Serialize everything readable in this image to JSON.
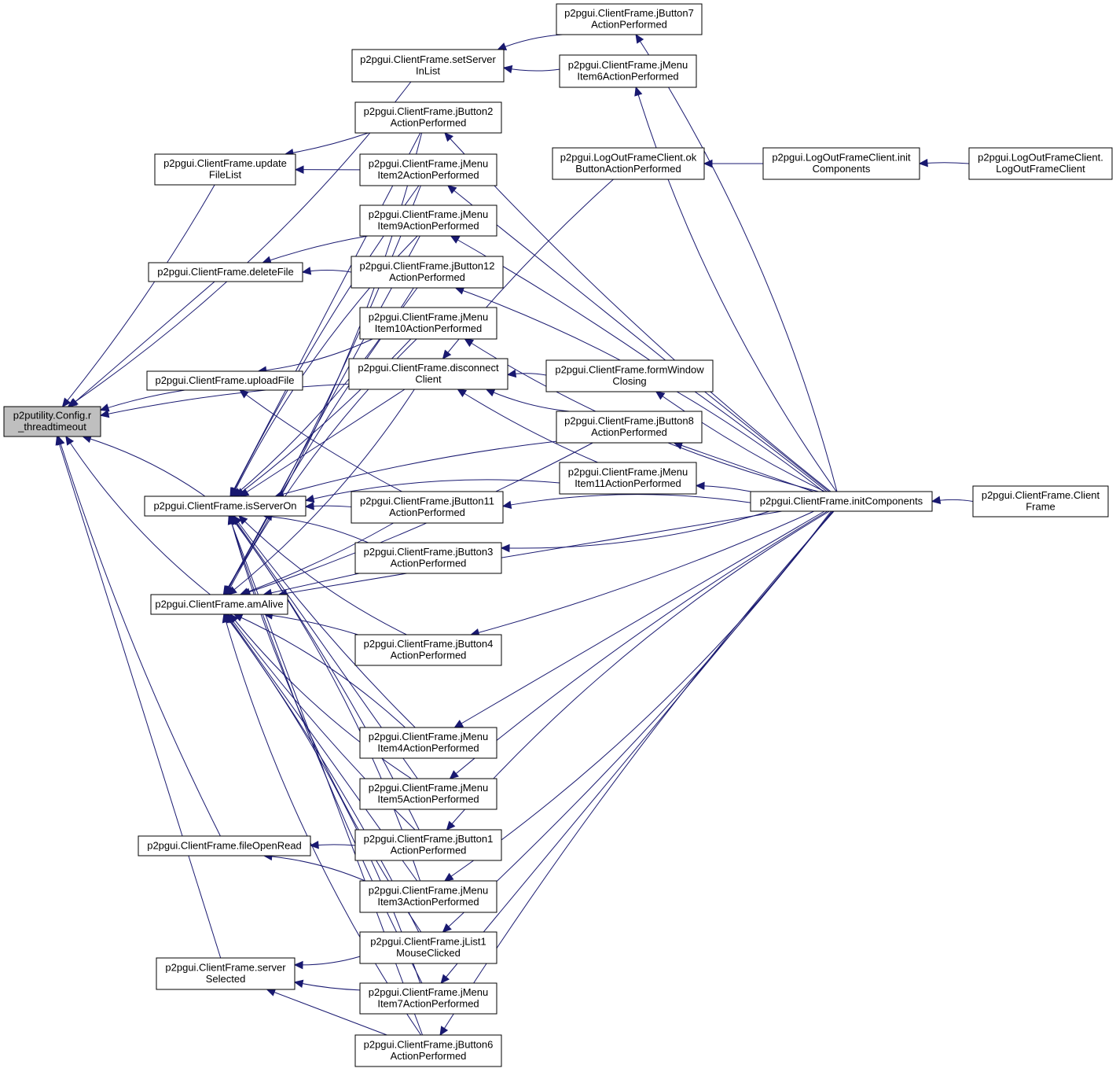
{
  "diagram": {
    "type": "call-graph",
    "edge_color": "#191970",
    "root_fill": "#bfbfbf",
    "node_fill": "#ffffff",
    "nodes": [
      {
        "id": "config",
        "lines": [
          "p2putility.Config.r",
          "_threadtimeout"
        ],
        "root": true
      },
      {
        "id": "setServerInList",
        "lines": [
          "p2pgui.ClientFrame.setServer",
          "InList"
        ]
      },
      {
        "id": "updateFileList",
        "lines": [
          "p2pgui.ClientFrame.update",
          "FileList"
        ]
      },
      {
        "id": "deleteFile",
        "lines": [
          "p2pgui.ClientFrame.deleteFile"
        ]
      },
      {
        "id": "uploadFile",
        "lines": [
          "p2pgui.ClientFrame.uploadFile"
        ]
      },
      {
        "id": "isServerOn",
        "lines": [
          "p2pgui.ClientFrame.isServerOn"
        ]
      },
      {
        "id": "amAlive",
        "lines": [
          "p2pgui.ClientFrame.amAlive"
        ]
      },
      {
        "id": "fileOpenRead",
        "lines": [
          "p2pgui.ClientFrame.fileOpenRead"
        ]
      },
      {
        "id": "serverSelected",
        "lines": [
          "p2pgui.ClientFrame.server",
          "Selected"
        ]
      },
      {
        "id": "jButton2",
        "lines": [
          "p2pgui.ClientFrame.jButton2",
          "ActionPerformed"
        ]
      },
      {
        "id": "jMenuItem2",
        "lines": [
          "p2pgui.ClientFrame.jMenu",
          "Item2ActionPerformed"
        ]
      },
      {
        "id": "jMenuItem9",
        "lines": [
          "p2pgui.ClientFrame.jMenu",
          "Item9ActionPerformed"
        ]
      },
      {
        "id": "jButton12",
        "lines": [
          "p2pgui.ClientFrame.jButton12",
          "ActionPerformed"
        ]
      },
      {
        "id": "jMenuItem10",
        "lines": [
          "p2pgui.ClientFrame.jMenu",
          "Item10ActionPerformed"
        ]
      },
      {
        "id": "disconnectClient",
        "lines": [
          "p2pgui.ClientFrame.disconnect",
          "Client"
        ]
      },
      {
        "id": "jButton11",
        "lines": [
          "p2pgui.ClientFrame.jButton11",
          "ActionPerformed"
        ]
      },
      {
        "id": "jButton3",
        "lines": [
          "p2pgui.ClientFrame.jButton3",
          "ActionPerformed"
        ]
      },
      {
        "id": "jButton4",
        "lines": [
          "p2pgui.ClientFrame.jButton4",
          "ActionPerformed"
        ]
      },
      {
        "id": "jMenuItem4",
        "lines": [
          "p2pgui.ClientFrame.jMenu",
          "Item4ActionPerformed"
        ]
      },
      {
        "id": "jMenuItem5",
        "lines": [
          "p2pgui.ClientFrame.jMenu",
          "Item5ActionPerformed"
        ]
      },
      {
        "id": "jButton1",
        "lines": [
          "p2pgui.ClientFrame.jButton1",
          "ActionPerformed"
        ]
      },
      {
        "id": "jMenuItem3",
        "lines": [
          "p2pgui.ClientFrame.jMenu",
          "Item3ActionPerformed"
        ]
      },
      {
        "id": "jList1",
        "lines": [
          "p2pgui.ClientFrame.jList1",
          "MouseClicked"
        ]
      },
      {
        "id": "jMenuItem7",
        "lines": [
          "p2pgui.ClientFrame.jMenu",
          "Item7ActionPerformed"
        ]
      },
      {
        "id": "jButton6",
        "lines": [
          "p2pgui.ClientFrame.jButton6",
          "ActionPerformed"
        ]
      },
      {
        "id": "jButton7",
        "lines": [
          "p2pgui.ClientFrame.jButton7",
          "ActionPerformed"
        ]
      },
      {
        "id": "jMenuItem6",
        "lines": [
          "p2pgui.ClientFrame.jMenu",
          "Item6ActionPerformed"
        ]
      },
      {
        "id": "okButton",
        "lines": [
          "p2pgui.LogOutFrameClient.ok",
          "ButtonActionPerformed"
        ]
      },
      {
        "id": "formWindowClosing",
        "lines": [
          "p2pgui.ClientFrame.formWindow",
          "Closing"
        ]
      },
      {
        "id": "jButton8",
        "lines": [
          "p2pgui.ClientFrame.jButton8",
          "ActionPerformed"
        ]
      },
      {
        "id": "jMenuItem11",
        "lines": [
          "p2pgui.ClientFrame.jMenu",
          "Item11ActionPerformed"
        ]
      },
      {
        "id": "logoutInit",
        "lines": [
          "p2pgui.LogOutFrameClient.init",
          "Components"
        ]
      },
      {
        "id": "logoutCtor",
        "lines": [
          "p2pgui.LogOutFrameClient.",
          "LogOutFrameClient"
        ]
      },
      {
        "id": "initComponents",
        "lines": [
          "p2pgui.ClientFrame.initComponents"
        ]
      },
      {
        "id": "clientFrameCtor",
        "lines": [
          "p2pgui.ClientFrame.Client",
          "Frame"
        ]
      }
    ],
    "edges": [
      {
        "from": "setServerInList",
        "to": "config"
      },
      {
        "from": "updateFileList",
        "to": "config"
      },
      {
        "from": "deleteFile",
        "to": "config"
      },
      {
        "from": "uploadFile",
        "to": "config"
      },
      {
        "from": "isServerOn",
        "to": "config"
      },
      {
        "from": "amAlive",
        "to": "config"
      },
      {
        "from": "fileOpenRead",
        "to": "config"
      },
      {
        "from": "serverSelected",
        "to": "config"
      },
      {
        "from": "disconnectClient",
        "to": "config"
      },
      {
        "from": "jButton7",
        "to": "setServerInList"
      },
      {
        "from": "jMenuItem6",
        "to": "setServerInList"
      },
      {
        "from": "jButton2",
        "to": "updateFileList"
      },
      {
        "from": "jMenuItem2",
        "to": "updateFileList"
      },
      {
        "from": "jMenuItem9",
        "to": "deleteFile"
      },
      {
        "from": "jButton12",
        "to": "deleteFile"
      },
      {
        "from": "jMenuItem10",
        "to": "uploadFile"
      },
      {
        "from": "jButton11",
        "to": "uploadFile"
      },
      {
        "from": "jButton2",
        "to": "isServerOn"
      },
      {
        "from": "jMenuItem2",
        "to": "isServerOn"
      },
      {
        "from": "jMenuItem9",
        "to": "isServerOn"
      },
      {
        "from": "jButton12",
        "to": "isServerOn"
      },
      {
        "from": "jMenuItem10",
        "to": "isServerOn"
      },
      {
        "from": "disconnectClient",
        "to": "isServerOn"
      },
      {
        "from": "jButton11",
        "to": "isServerOn"
      },
      {
        "from": "jButton3",
        "to": "isServerOn"
      },
      {
        "from": "jButton4",
        "to": "isServerOn"
      },
      {
        "from": "jMenuItem4",
        "to": "isServerOn"
      },
      {
        "from": "jMenuItem5",
        "to": "isServerOn"
      },
      {
        "from": "jButton1",
        "to": "isServerOn"
      },
      {
        "from": "jMenuItem3",
        "to": "isServerOn"
      },
      {
        "from": "jList1",
        "to": "isServerOn"
      },
      {
        "from": "jMenuItem7",
        "to": "isServerOn"
      },
      {
        "from": "jButton6",
        "to": "isServerOn"
      },
      {
        "from": "jButton8",
        "to": "isServerOn"
      },
      {
        "from": "jMenuItem11",
        "to": "isServerOn"
      },
      {
        "from": "jButton2",
        "to": "amAlive"
      },
      {
        "from": "jMenuItem2",
        "to": "amAlive"
      },
      {
        "from": "jMenuItem9",
        "to": "amAlive"
      },
      {
        "from": "jButton12",
        "to": "amAlive"
      },
      {
        "from": "jMenuItem10",
        "to": "amAlive"
      },
      {
        "from": "disconnectClient",
        "to": "amAlive"
      },
      {
        "from": "jButton11",
        "to": "amAlive"
      },
      {
        "from": "jButton3",
        "to": "amAlive"
      },
      {
        "from": "jButton4",
        "to": "amAlive"
      },
      {
        "from": "jMenuItem4",
        "to": "amAlive"
      },
      {
        "from": "jMenuItem5",
        "to": "amAlive"
      },
      {
        "from": "jButton1",
        "to": "amAlive"
      },
      {
        "from": "jMenuItem3",
        "to": "amAlive"
      },
      {
        "from": "jList1",
        "to": "amAlive"
      },
      {
        "from": "jMenuItem7",
        "to": "amAlive"
      },
      {
        "from": "jButton6",
        "to": "amAlive"
      },
      {
        "from": "jButton8",
        "to": "amAlive"
      },
      {
        "from": "initComponents",
        "to": "amAlive"
      },
      {
        "from": "jButton1",
        "to": "fileOpenRead"
      },
      {
        "from": "jMenuItem3",
        "to": "fileOpenRead"
      },
      {
        "from": "jList1",
        "to": "serverSelected"
      },
      {
        "from": "jMenuItem7",
        "to": "serverSelected"
      },
      {
        "from": "jButton6",
        "to": "serverSelected"
      },
      {
        "from": "okButton",
        "to": "disconnectClient"
      },
      {
        "from": "formWindowClosing",
        "to": "disconnectClient"
      },
      {
        "from": "jButton8",
        "to": "disconnectClient"
      },
      {
        "from": "jMenuItem11",
        "to": "disconnectClient"
      },
      {
        "from": "logoutInit",
        "to": "okButton"
      },
      {
        "from": "logoutCtor",
        "to": "logoutInit"
      },
      {
        "from": "initComponents",
        "to": "jButton7"
      },
      {
        "from": "initComponents",
        "to": "jMenuItem6"
      },
      {
        "from": "initComponents",
        "to": "jButton2"
      },
      {
        "from": "initComponents",
        "to": "jMenuItem2"
      },
      {
        "from": "initComponents",
        "to": "jMenuItem9"
      },
      {
        "from": "initComponents",
        "to": "jButton12"
      },
      {
        "from": "initComponents",
        "to": "jMenuItem10"
      },
      {
        "from": "initComponents",
        "to": "formWindowClosing"
      },
      {
        "from": "initComponents",
        "to": "jButton8"
      },
      {
        "from": "initComponents",
        "to": "jMenuItem11"
      },
      {
        "from": "initComponents",
        "to": "jButton11"
      },
      {
        "from": "initComponents",
        "to": "jButton3"
      },
      {
        "from": "initComponents",
        "to": "jButton4"
      },
      {
        "from": "initComponents",
        "to": "jMenuItem4"
      },
      {
        "from": "initComponents",
        "to": "jMenuItem5"
      },
      {
        "from": "initComponents",
        "to": "jButton1"
      },
      {
        "from": "initComponents",
        "to": "jMenuItem3"
      },
      {
        "from": "initComponents",
        "to": "jList1"
      },
      {
        "from": "initComponents",
        "to": "jMenuItem7"
      },
      {
        "from": "initComponents",
        "to": "jButton6"
      },
      {
        "from": "clientFrameCtor",
        "to": "initComponents"
      }
    ]
  }
}
